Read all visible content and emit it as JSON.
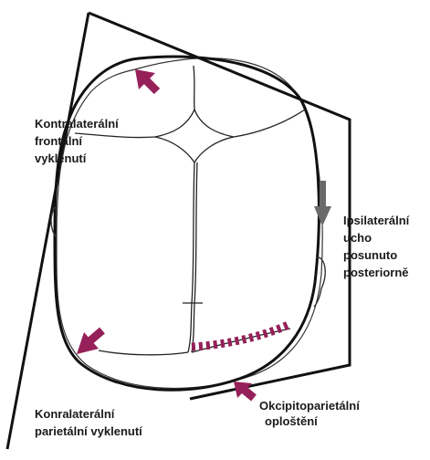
{
  "labels": {
    "frontal": [
      "Kontralaterální",
      "frontální",
      "vyklenutí"
    ],
    "ear": [
      "Ipsilaterální",
      "ucho",
      "posunuto",
      "posteriorně"
    ],
    "parietal": [
      "Konralaterální",
      "parietální  vyklenutí"
    ],
    "occipital": [
      "Okcipitoparietální",
      "oploštění"
    ]
  },
  "colors": {
    "arrow_magenta": "#96205a",
    "arrow_gray": "#6a6a6a",
    "outline": "#111111",
    "suture": "#222222"
  },
  "icons": {
    "frontal_arrow": "arrow-up-left",
    "ear_arrow": "arrow-down",
    "parietal_arrow": "arrow-down-left",
    "occipital_arrow": "arrow-up-left"
  }
}
